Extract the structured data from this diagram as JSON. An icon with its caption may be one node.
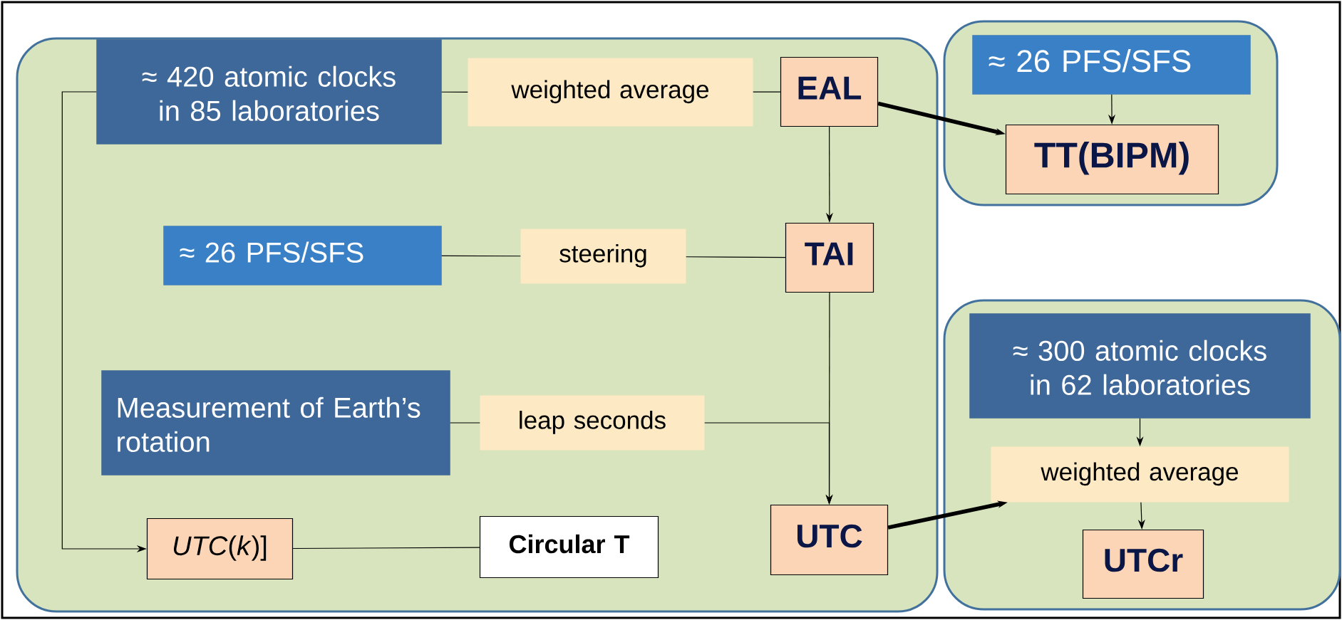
{
  "diagram": {
    "nodes": [
      {
        "text": [],
        "shape": "box"
      },
      {
        "text": [],
        "shape": "box"
      },
      {
        "text": [],
        "shape": "box"
      },
      {
        "text": [
          "≈ 420 atomic clocks in 85 laboratories"
        ],
        "in": 0
      },
      {
        "text": [
          "weighted average"
        ],
        "in": 0
      },
      {
        "text": [
          "EAL"
        ],
        "in": 0
      },
      {
        "text": [
          "≈ 26 PFS/SFS"
        ],
        "in": 0
      },
      {
        "text": [
          "steering"
        ],
        "in": 0
      },
      {
        "text": [
          "TAI"
        ],
        "in": 0
      },
      {
        "text": [
          "Measurement of Earth’s rotation"
        ],
        "in": 0
      },
      {
        "text": [
          "leap seconds"
        ],
        "in": 0
      },
      {
        "text": [
          "*UTC*(*k*)]"
        ],
        "in": 0
      },
      {
        "text": [
          "Circular T"
        ],
        "in": 0
      },
      {
        "text": [
          "UTC"
        ],
        "in": 0
      },
      {
        "text": [
          "≈ 26 PFS/SFS"
        ],
        "in": 1
      },
      {
        "text": [
          "TT(BIPM)"
        ],
        "in": 1
      },
      {
        "text": [
          "≈ 300 atomic clocks in 62 laboratories"
        ],
        "in": 2
      },
      {
        "text": [
          "weighted average"
        ],
        "in": 2
      },
      {
        "text": [
          "UTCr"
        ],
        "in": 2
      }
    ],
    "edges": [
      {
        "from": 3,
        "to": 4,
        "arrow": "none"
      },
      {
        "from": 4,
        "to": 5,
        "arrow": "none"
      },
      {
        "from": 5,
        "to": 8,
        "arrow": "to"
      },
      {
        "from": 5,
        "to": 15,
        "arrow": "to",
        "style": "thick"
      },
      {
        "from": 6,
        "to": 7,
        "arrow": "none"
      },
      {
        "from": 7,
        "to": 8,
        "arrow": "none"
      },
      {
        "from": 8,
        "to": 13,
        "arrow": "to"
      },
      {
        "from": 9,
        "to": 10,
        "arrow": "none"
      },
      {
        "from": 10,
        "to": 13,
        "arrow": "to"
      },
      {
        "from": 3,
        "to": 11,
        "arrow": "to"
      },
      {
        "from": 11,
        "to": 12,
        "arrow": "none"
      },
      {
        "from": 13,
        "to": 17,
        "arrow": "to",
        "style": "thick"
      },
      {
        "from": 14,
        "to": 15,
        "arrow": "to"
      },
      {
        "from": 16,
        "to": 17,
        "arrow": "to"
      },
      {
        "from": 17,
        "to": 18,
        "arrow": "to"
      }
    ]
  }
}
